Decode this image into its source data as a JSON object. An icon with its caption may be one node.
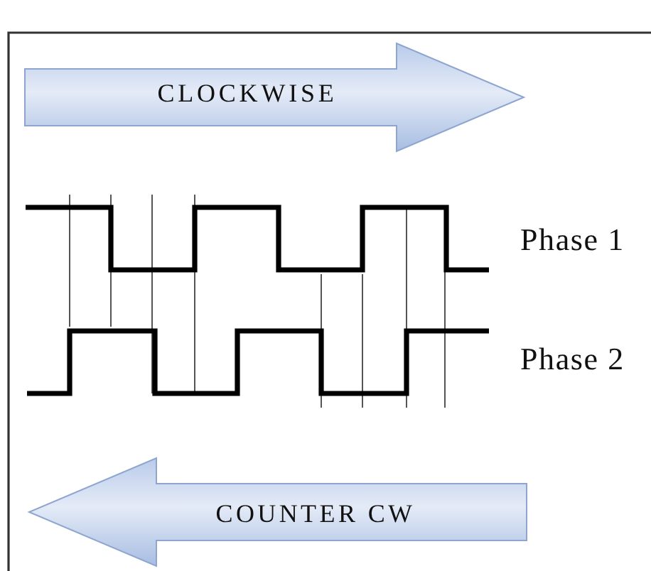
{
  "diagram": {
    "nodes": [
      {
        "text": [
          "CLOCKWISE"
        ]
      },
      {
        "text": [
          "COUNTER CW"
        ]
      }
    ],
    "labels": [
      "Phase 1",
      "Phase 2"
    ]
  }
}
